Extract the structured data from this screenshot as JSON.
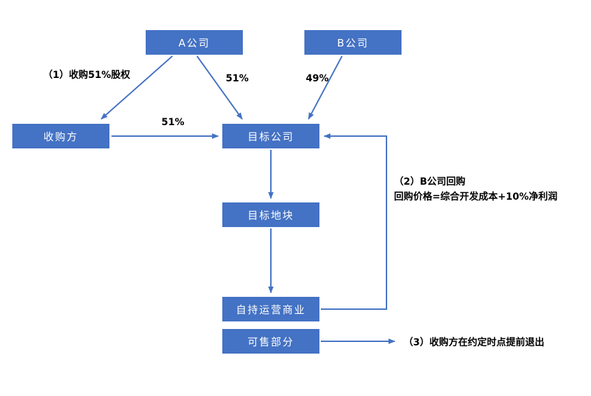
{
  "diagram": {
    "accent_color": "#4472C4",
    "nodes": {
      "company_a": {
        "label": "A公司"
      },
      "company_b": {
        "label": "B公司"
      },
      "acquirer": {
        "label": "收购方"
      },
      "target_company": {
        "label": "目标公司"
      },
      "target_plot": {
        "label": "目标地块"
      },
      "self_held_business": {
        "label": "自持运营商业"
      },
      "saleable_part": {
        "label": "可售部分"
      }
    },
    "labels": {
      "step1": "（1）收购51%股权",
      "a_share": "51%",
      "b_share": "49%",
      "acquirer_share": "51%",
      "step2_line1": "（2）B公司回购",
      "step2_line2": "回购价格=综合开发成本+10%净利润",
      "step3": "（3）收购方在约定时点提前退出"
    }
  }
}
